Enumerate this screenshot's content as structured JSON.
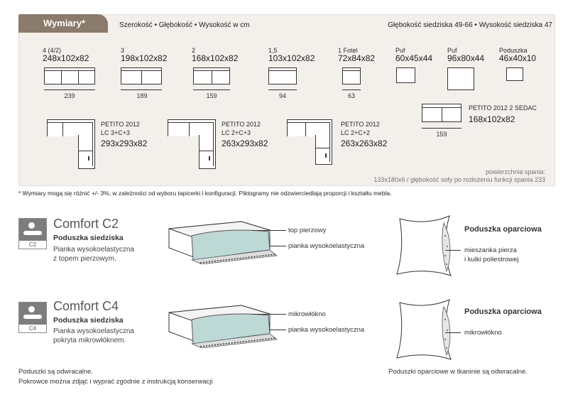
{
  "header": {
    "tab_label": "Wymiary*",
    "left_caption": "Szerokość • Głębokość • Wysokość w cm",
    "right_caption": "Głębokość siedziska 49-66 • Wysokość siedziska 47"
  },
  "products": [
    {
      "label": "4 (4/2)",
      "dims": "248x102x82",
      "measure": "239"
    },
    {
      "label": "3",
      "dims": "198x102x82",
      "measure": "189"
    },
    {
      "label": "2",
      "dims": "168x102x82",
      "measure": "159"
    },
    {
      "label": "1,5",
      "dims": "103x102x82",
      "measure": "94"
    },
    {
      "label": "1 Fotel",
      "dims": "72x84x82",
      "measure": "63"
    },
    {
      "label": "Puf",
      "dims": "60x45x44",
      "measure": ""
    },
    {
      "label": "Puf",
      "dims": "96x80x44",
      "measure": ""
    },
    {
      "label": "Poduszka",
      "dims": "46x40x10",
      "measure": ""
    }
  ],
  "corners": [
    {
      "name": "PETITO 2012",
      "config": "LC 3+C+3",
      "dims": "293x293x82"
    },
    {
      "name": "PETITO 2012",
      "config": "LC 2+C+3",
      "dims": "263x293x82"
    },
    {
      "name": "PETITO 2012",
      "config": "LC 2+C+2",
      "dims": "263x263x82"
    }
  ],
  "sedac": {
    "name": "PETITO 2012 2 SEDAC",
    "dims": "168x102x82",
    "measure": "159"
  },
  "sleeping": {
    "label": "powierzchnia spania:",
    "value": "133x180x6 / głębokość sofy po rozłożeniu funkcji spania 233"
  },
  "disclaimer": "* Wymiary mogą się różnić +/- 3%, w zależności od wyboru tapicerki i konfiguracji. Piktogramy nie odzwierciedlają proporcji i kształtu mebla.",
  "comfort": [
    {
      "badge": "C2",
      "title": "Comfort C2",
      "subtitle": "Poduszka siedziska",
      "desc1": "Pianka wysokoelastyczna",
      "desc2": "z topem pierzowym.",
      "callouts": [
        "top pierzowy",
        "pianka wysokoelastyczna"
      ],
      "pillow_title": "Poduszka oparciowa",
      "pillow_callouts": [
        "mieszanka pierza",
        "i kulki poliestrowej"
      ]
    },
    {
      "badge": "C4",
      "title": "Comfort C4",
      "subtitle": "Poduszka siedziska",
      "desc1": "Pianka wysokoelastyczna",
      "desc2": "pokryta mikrowłóknem.",
      "callouts": [
        "mikrowłókno",
        "pianka wysokoelastyczna"
      ],
      "pillow_title": "Poduszka oparciowa",
      "pillow_callouts": [
        "mikrowłókno"
      ]
    }
  ],
  "footer": {
    "line1": "Poduszki są odwracalne.",
    "line2": "Pokrowce można zdjąć i wyprać zgodnie z instrukcją konserwacji",
    "right": "Poduszki oparciowe w tkaninie są odwracalne."
  }
}
